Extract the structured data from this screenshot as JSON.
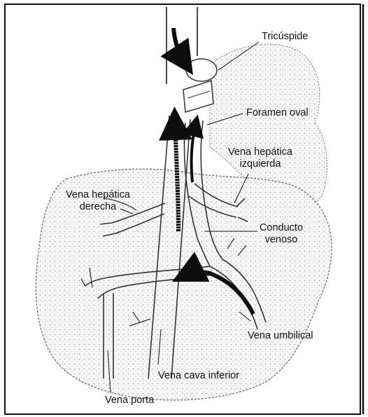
{
  "labels": {
    "tricuspide": "Tricúspide",
    "foramen_oval": "Foramen oval",
    "vena_hepatica_izquierda_line1": "Vena hepática",
    "vena_hepatica_izquierda_line2": "izquierda",
    "vena_hepatica_derecha_line1": "Vena hepática",
    "vena_hepatica_derecha_line2": "derecha",
    "conducto_venoso_line1": "Conducto",
    "conducto_venoso_line2": "venoso",
    "vena_umbilical": "Vena umbilical",
    "vena_cava_inferior": "Vena cava inferior",
    "vena_porta": "Vena porta"
  },
  "colors": {
    "ink": "#111111",
    "liver_fill": "#f3f3f3",
    "vessel_fill": "#ffffff",
    "flow_arrow": "#0d0d0d"
  }
}
